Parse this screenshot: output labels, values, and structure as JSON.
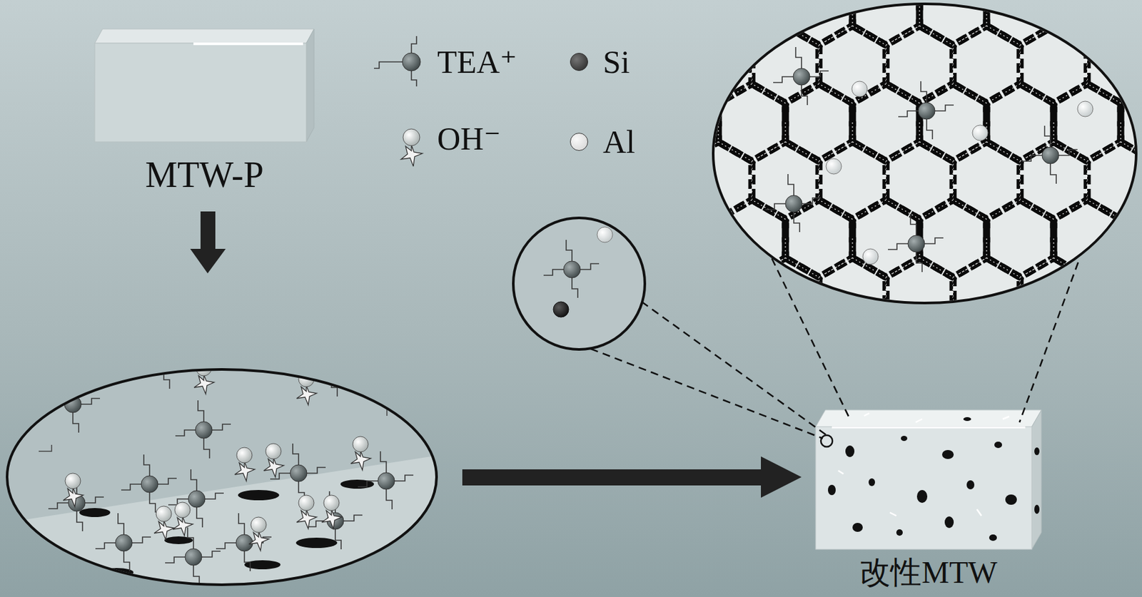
{
  "diagram": {
    "nodes": [
      {
        "text": [
          "MTW-P"
        ]
      },
      {
        "text": [
          "改性MTW"
        ]
      }
    ],
    "legend": [
      {
        "text": "TEA⁺"
      },
      {
        "text": "Si",
        "color": "#2a2a2a"
      },
      {
        "text": "OH⁻"
      },
      {
        "text": "Al",
        "color": "#f6f6f6"
      }
    ]
  }
}
